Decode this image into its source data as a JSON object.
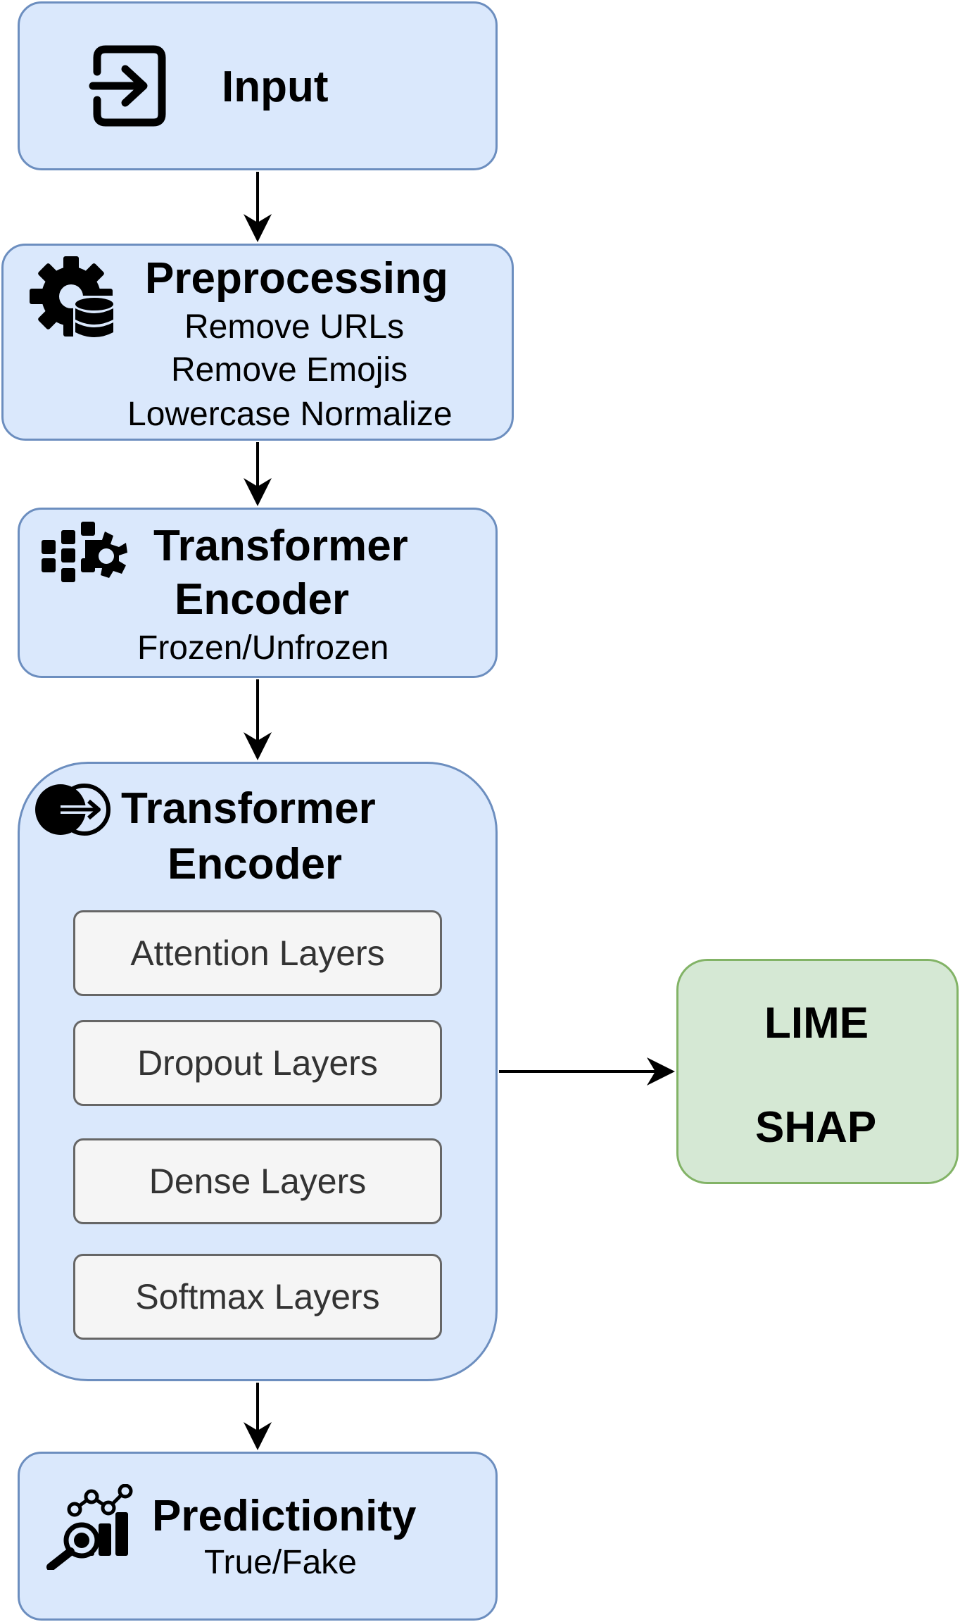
{
  "input": {
    "title": "Input",
    "icon": "sign-in-icon"
  },
  "preprocessing": {
    "title": "Preprocessing",
    "lines": [
      "Remove URLs",
      "Remove Emojis",
      "Lowercase Normalize"
    ],
    "icon": "gear-database-icon"
  },
  "encoder1": {
    "title_line1": "Transformer",
    "title_line2": "Encoder",
    "subtitle": "Frozen/Unfrozen",
    "icon": "puzzle-gear-icon"
  },
  "encoder2": {
    "title_line1": "Transformer",
    "title_line2": "Encoder",
    "icon": "circle-arrow-icon",
    "layers": [
      "Attention Layers",
      "Dropout Layers",
      "Dense Layers",
      "Softmax Layers"
    ]
  },
  "explain": {
    "line1": "LIME",
    "line2": "SHAP"
  },
  "prediction": {
    "title": "Predictionity",
    "subtitle": "True/Fake",
    "icon": "analytics-icon"
  },
  "colors": {
    "blue_fill": "#dae8fc",
    "blue_stroke": "#6c8ebf",
    "green_fill": "#d5e8d4",
    "green_stroke": "#82b366",
    "layer_fill": "#f5f5f5"
  }
}
